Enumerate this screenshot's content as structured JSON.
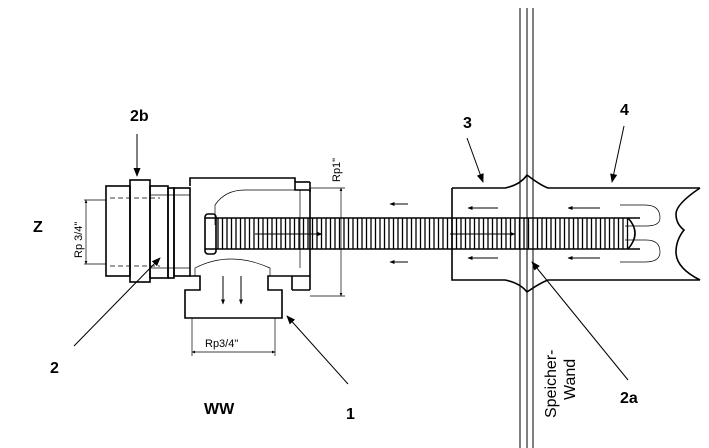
{
  "labels": {
    "z": "Z",
    "ww": "WW",
    "one": "1",
    "two": "2",
    "two_a": "2a",
    "two_b": "2b",
    "three": "3",
    "four": "4"
  },
  "dimensions": {
    "rp_1": "Rp1\"",
    "rp_3_4_left": "Rp 3/4\"",
    "rp_3_4_bottom": "Rp3/4\""
  },
  "wall_text": {
    "line1": "Speicher-",
    "line2": "Wand"
  }
}
